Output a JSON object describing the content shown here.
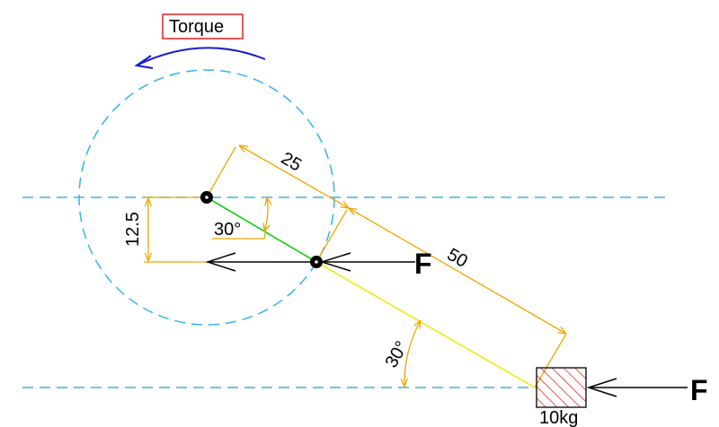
{
  "torque": {
    "label": "Torque"
  },
  "dimensions": {
    "crank_length": "25",
    "rod_length": "50",
    "offset": "12.5",
    "crank_angle": "30°",
    "rod_angle": "30°"
  },
  "forces": {
    "on_crank_pin": "F",
    "on_mass": "F"
  },
  "mass": {
    "label": "10kg"
  },
  "colors": {
    "guide_lines": "#33b5e5",
    "dimension_lines": "#f0a500",
    "connecting_rod": "#f0e800",
    "crank": "#00cc00",
    "torque_arrow": "#1a1acc",
    "torque_box": "#e02020",
    "mass_hatch": "#e02020",
    "force_arrows": "#000000"
  },
  "icons": {
    "joint": "pivot-joint-icon",
    "torque": "curved-arrow-icon"
  }
}
